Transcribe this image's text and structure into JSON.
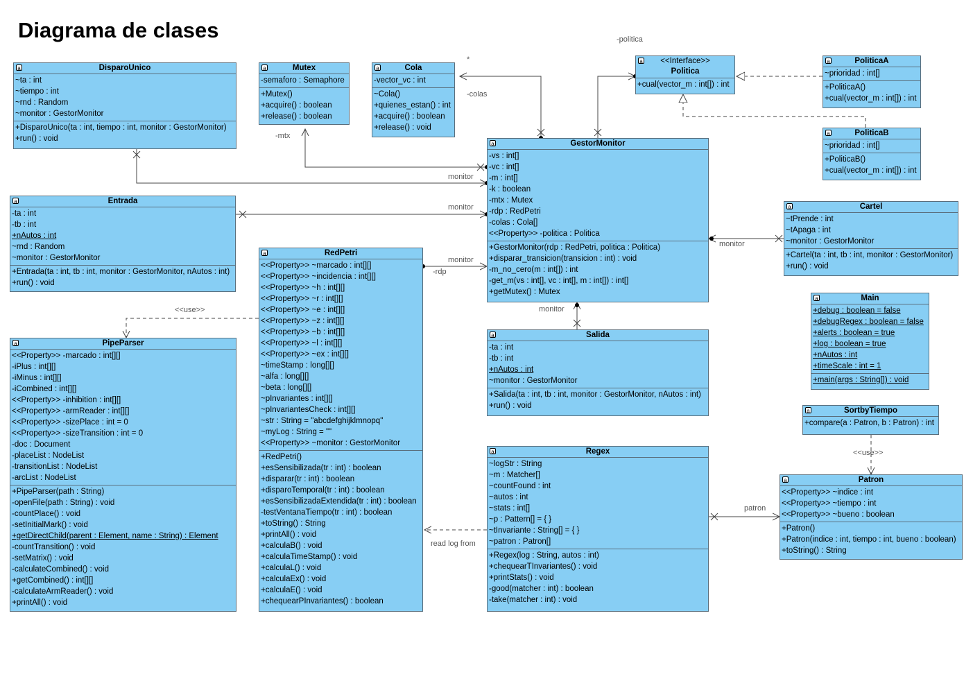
{
  "title": "Diagrama de clases",
  "classes": {
    "DisparoUnico": {
      "name": "DisparoUnico",
      "attributes": [
        "~ta : int",
        "~tiempo : int",
        "~rnd : Random",
        "~monitor : GestorMonitor"
      ],
      "methods": [
        "+DisparoUnico(ta : int, tiempo : int, monitor : GestorMonitor)",
        "+run() : void"
      ]
    },
    "Mutex": {
      "name": "Mutex",
      "attributes": [
        "-semaforo : Semaphore"
      ],
      "methods": [
        "+Mutex()",
        "+acquire() : boolean",
        "+release() : boolean"
      ]
    },
    "Cola": {
      "name": "Cola",
      "attributes": [
        "-vector_vc : int"
      ],
      "methods": [
        "~Cola()",
        "+quienes_estan() : int",
        "+acquire() : boolean",
        "+release() : void"
      ]
    },
    "Politica": {
      "stereotype": "<<Interface>>",
      "name": "Politica",
      "methods": [
        "+cual(vector_m : int[]) : int"
      ]
    },
    "PoliticaA": {
      "name": "PoliticaA",
      "attributes": [
        "~prioridad : int[]"
      ],
      "methods": [
        "+PoliticaA()",
        "+cual(vector_m : int[]) : int"
      ]
    },
    "PoliticaB": {
      "name": "PoliticaB",
      "attributes": [
        "~prioridad : int[]"
      ],
      "methods": [
        "+PoliticaB()",
        "+cual(vector_m : int[]) : int"
      ]
    },
    "GestorMonitor": {
      "name": "GestorMonitor",
      "attributes": [
        "-vs : int[]",
        "-vc : int[]",
        "-m : int[]",
        "-k : boolean",
        "-mtx : Mutex",
        "-rdp : RedPetri",
        "-colas : Cola[]",
        "<<Property>> -politica : Politica"
      ],
      "methods": [
        "+GestorMonitor(rdp : RedPetri, politica : Politica)",
        "+disparar_transicion(transicion : int) : void",
        "-m_no_cero(m : int[]) : int",
        "-get_m(vs : int[], vc : int[], m : int[]) : int[]",
        "+getMutex() : Mutex"
      ]
    },
    "Entrada": {
      "name": "Entrada",
      "attributes": [
        "-ta : int",
        "-tb : int",
        "+nAutos : int",
        "~rnd : Random",
        "~monitor : GestorMonitor"
      ],
      "methods": [
        "+Entrada(ta : int, tb : int, monitor : GestorMonitor, nAutos : int)",
        "+run() : void"
      ]
    },
    "Cartel": {
      "name": "Cartel",
      "attributes": [
        "~tPrende : int",
        "~tApaga : int",
        "~monitor : GestorMonitor"
      ],
      "methods": [
        "+Cartel(ta : int, tb : int, monitor : GestorMonitor)",
        "+run() : void"
      ]
    },
    "RedPetri": {
      "name": "RedPetri",
      "attributes": [
        "<<Property>> ~marcado : int[][]",
        "<<Property>> ~incidencia : int[][]",
        "<<Property>> ~h : int[][]",
        "<<Property>> ~r : int[][]",
        "<<Property>> ~e : int[][]",
        "<<Property>> ~z : int[][]",
        "<<Property>> ~b : int[][]",
        "<<Property>> ~l : int[][]",
        "<<Property>> ~ex : int[][]",
        "~timeStamp : long[][]",
        "~alfa : long[][]",
        "~beta : long[][]",
        "~pInvariantes : int[][]",
        "~pInvariantesCheck : int[][]",
        "~str : String = \"abcdefghijklmnopq\"",
        "~myLog : String = \"\"",
        "<<Property>> ~monitor : GestorMonitor"
      ],
      "methods": [
        "+RedPetri()",
        "+esSensibilizada(tr : int) : boolean",
        "+disparar(tr : int) : boolean",
        "+disparoTemporal(tr : int) : boolean",
        "+esSensibilizadaExtendida(tr : int) : boolean",
        "-testVentanaTiempo(tr : int) : boolean",
        "+toString() : String",
        "+printAll() : void",
        "+calculaB() : void",
        "+calculaTimeStamp() : void",
        "+calculaL() : void",
        "+calculaEx() : void",
        "+calculaE() : void",
        "+chequearPInvariantes() : boolean"
      ]
    },
    "PipeParser": {
      "name": "PipeParser",
      "attributes": [
        "<<Property>> -marcado : int[][]",
        "-iPlus : int[][]",
        "-iMinus : int[][]",
        "-iCombined : int[][]",
        "<<Property>> -inhibition : int[][]",
        "<<Property>> -armReader : int[][]",
        "<<Property>> -sizePlace : int = 0",
        "<<Property>> -sizeTransition : int = 0",
        "-doc : Document",
        "-placeList : NodeList",
        "-transitionList : NodeList",
        "-arcList : NodeList"
      ],
      "methods": [
        "+PipeParser(path : String)",
        "-openFile(path : String) : void",
        "-countPlace() : void",
        "-setInitialMark() : void",
        "+getDirectChild(parent : Element, name : String) : Element",
        "-countTransition() : void",
        "-setMatrix() : void",
        "-calculateCombined() : void",
        "+getCombined() : int[][]",
        "-calculateArmReader() : void",
        "+printAll() : void"
      ]
    },
    "Salida": {
      "name": "Salida",
      "attributes": [
        "-ta : int",
        "-tb : int",
        "+nAutos : int",
        "~monitor : GestorMonitor"
      ],
      "methods": [
        "+Salida(ta : int, tb : int, monitor : GestorMonitor, nAutos : int)",
        "+run() : void"
      ]
    },
    "Main": {
      "name": "Main",
      "attributes": [
        "+debug : boolean = false",
        "+debugRegex : boolean = false",
        "+alerts : boolean = true",
        "+log : boolean = true",
        "+nAutos : int",
        "+timeScale : int = 1"
      ],
      "methods": [
        "+main(args : String[]) : void"
      ]
    },
    "SortbyTiempo": {
      "name": "SortbyTiempo",
      "methods": [
        "+compare(a : Patron, b : Patron) : int"
      ]
    },
    "Regex": {
      "name": "Regex",
      "attributes": [
        "~logStr : String",
        "~m : Matcher[]",
        "~countFound : int",
        "~autos : int",
        "~stats : int[]",
        "~p : Pattern[] = {  }",
        "~tInvariante : String[] = {  }",
        "~patron : Patron[]"
      ],
      "methods": [
        "+Regex(log : String, autos : int)",
        "+chequearTInvariantes() : void",
        "+printStats() : void",
        "-good(matcher : int) : boolean",
        "-take(matcher : int) : void"
      ]
    },
    "Patron": {
      "name": "Patron",
      "attributes": [
        "<<Property>> ~indice : int",
        "<<Property>> ~tiempo : int",
        "<<Property>> ~bueno : boolean"
      ],
      "methods": [
        "+Patron()",
        "+Patron(indice : int, tiempo : int, bueno : boolean)",
        "+toString() : String"
      ]
    }
  },
  "labels": {
    "politica": "-politica",
    "colas": "-colas",
    "star": "*",
    "mtx": "-mtx",
    "monitor1": "monitor",
    "monitor2": "monitor",
    "monitor3": "monitor",
    "monitor_cartel": "monitor",
    "monitor_salida": "monitor",
    "rdp": "-rdp",
    "use1": "<<use>>",
    "use2": "<<use>>",
    "read_log": "read log from",
    "patron": "patron"
  },
  "underlined": [
    "+nAutos : int",
    "+getDirectChild(parent : Element, name : String) : Element",
    "+debug : boolean = false",
    "+debugRegex : boolean = false",
    "+alerts : boolean = true",
    "+log : boolean = true",
    "+timeScale : int = 1",
    "+main(args : String[]) : void"
  ],
  "colors": {
    "class_fill": "#87CEF4",
    "class_border": "#5a6e7c",
    "line": "#444444"
  }
}
